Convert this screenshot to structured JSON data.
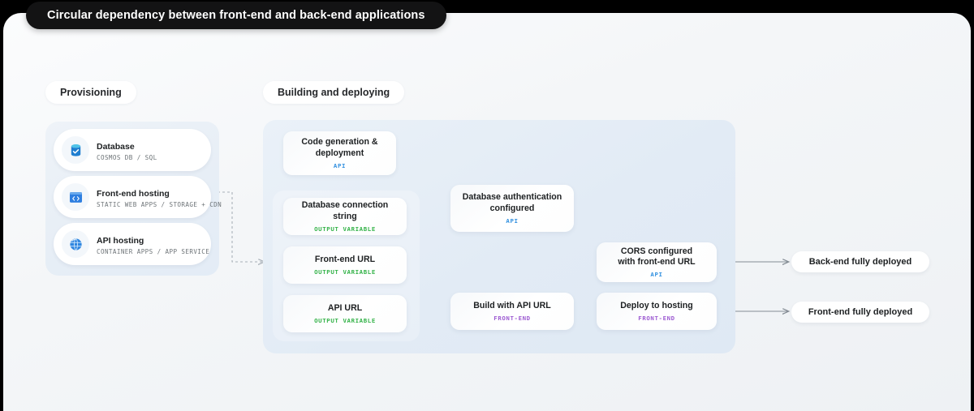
{
  "title": "Circular dependency between front-end and back-end applications",
  "sections": [
    {
      "label": "Provisioning"
    },
    {
      "label": "Building and deploying"
    }
  ],
  "provisioning": {
    "cards": [
      {
        "icon": "database-icon",
        "title": "Database",
        "subtitle": "COSMOS DB / SQL"
      },
      {
        "icon": "code-window-icon",
        "title": "Front-end hosting",
        "subtitle": "STATIC WEB APPS / STORAGE + CDN"
      },
      {
        "icon": "globe-icon",
        "title": "API hosting",
        "subtitle": "CONTAINER APPS / APP SERVICE"
      }
    ]
  },
  "flow": {
    "nodes": [
      {
        "id": "code-gen",
        "label": "Code generation &\ndeployment",
        "tag": "API",
        "tag_kind": "api"
      },
      {
        "id": "db-conn",
        "label": "Database connection string",
        "tag": "OUTPUT VARIABLE",
        "tag_kind": "output"
      },
      {
        "id": "fe-url",
        "label": "Front-end URL",
        "tag": "OUTPUT VARIABLE",
        "tag_kind": "output"
      },
      {
        "id": "api-url",
        "label": "API URL",
        "tag": "OUTPUT VARIABLE",
        "tag_kind": "output"
      },
      {
        "id": "db-auth",
        "label": "Database authentication\nconfigured",
        "tag": "API",
        "tag_kind": "api"
      },
      {
        "id": "build-api",
        "label": "Build with API URL",
        "tag": "FRONT-END",
        "tag_kind": "front-end"
      },
      {
        "id": "cors",
        "label": "CORS configured\nwith front-end URL",
        "tag": "API",
        "tag_kind": "api"
      },
      {
        "id": "deploy",
        "label": "Deploy to hosting",
        "tag": "FRONT-END",
        "tag_kind": "front-end"
      }
    ],
    "results": [
      {
        "id": "backend-done",
        "label": "Back-end fully deployed"
      },
      {
        "id": "frontend-done",
        "label": "Front-end fully deployed"
      }
    ]
  },
  "colors": {
    "api": "#3391e0",
    "output_variable": "#35b34a",
    "front_end": "#9d5bd2",
    "title_bar": "#131314",
    "wire": "#7e868e"
  }
}
